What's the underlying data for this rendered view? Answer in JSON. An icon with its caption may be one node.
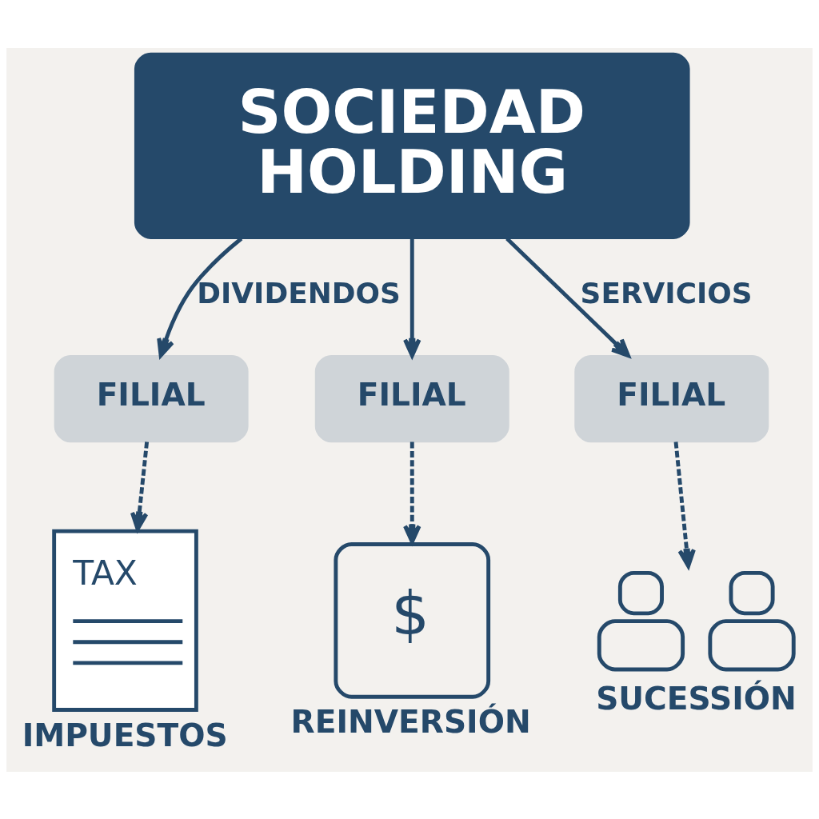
{
  "diagram": {
    "nodes": [
      {
        "text": [
          "SOCIEDAD HOLDING"
        ]
      },
      {
        "text": [
          "FILIAL"
        ]
      },
      {
        "text": [
          "FILIAL"
        ]
      },
      {
        "text": [
          "FILIAL"
        ]
      },
      {
        "text": [
          "TAX"
        ],
        "beside": [
          "IMPUESTOS"
        ]
      },
      {
        "text": [
          "$"
        ],
        "beside": [
          "REINVERSIÓN"
        ]
      },
      {
        "text": [],
        "shape": "person",
        "beside": [
          "SUCESSIÓN"
        ]
      }
    ],
    "edges": [
      {
        "from": 0,
        "to": 1,
        "arrow": "to",
        "label": "DIVIDENDOS"
      },
      {
        "from": 0,
        "to": 2,
        "arrow": "to"
      },
      {
        "from": 0,
        "to": 3,
        "arrow": "to",
        "label": "SERVICIOS"
      },
      {
        "from": 1,
        "to": 4,
        "arrow": "to",
        "style": "dashed"
      },
      {
        "from": 2,
        "to": 5,
        "arrow": "to",
        "style": "dashed"
      },
      {
        "from": 3,
        "to": 6,
        "arrow": "to",
        "style": "dashed"
      }
    ]
  }
}
